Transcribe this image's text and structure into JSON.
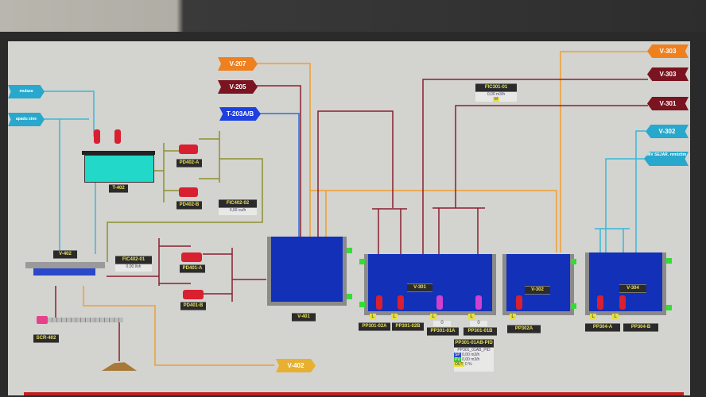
{
  "inlets_left": [
    "mulaza",
    "apadu sine"
  ],
  "top_flags": {
    "v207": "V-207",
    "v205": "V-205",
    "t203": "T-203A/B"
  },
  "right_flags": {
    "v303_orange": "V-303",
    "v303": "V-303",
    "v301": "V-301",
    "v302": "V-302",
    "miv": "MIV SEJAR. remiztim"
  },
  "outlet": "V-402",
  "tags": {
    "t402": "T-402",
    "pd402a": "PD402-A",
    "pd402b": "PD402-B",
    "v402": "V-402",
    "pd401a": "PD401-A",
    "pd401b": "PD401-B",
    "v401": "V-401",
    "scr": "SCR-402",
    "v301": "V-301",
    "v302": "V-302",
    "v304": "V-304",
    "pp302a": "PP302A",
    "pp301_02a": "PP301-02A",
    "pp301_02b": "PP301-02B",
    "pp301_01a": "PP301-01A",
    "pp301_01b": "PP301-01B",
    "pp304a": "PP304-A",
    "pp304b": "PP304-B"
  },
  "flow_indicators": [
    {
      "tag": "FIC402-02",
      "value": "0,00",
      "unit": "cu/h"
    },
    {
      "tag": "FIC402-01",
      "value": "0,00",
      "unit": "l/sh"
    },
    {
      "tag": "FIC301-01",
      "value": "0,00",
      "unit": "m3/h"
    }
  ],
  "pid_panel": {
    "tag": "PP301-01AB-PID",
    "subtitle": "PP301_01AB_PID",
    "sp_label": "SP",
    "sp": "0,00",
    "sp_unit": "m3/h",
    "pv_label": "PV",
    "pv": "0,00",
    "pv_unit": "m3/h",
    "out_label": "OUT",
    "out": "0",
    "out_unit": "%"
  },
  "pump_counters": [
    "0",
    "0"
  ],
  "level_badge": "L",
  "motor_label": "M"
}
